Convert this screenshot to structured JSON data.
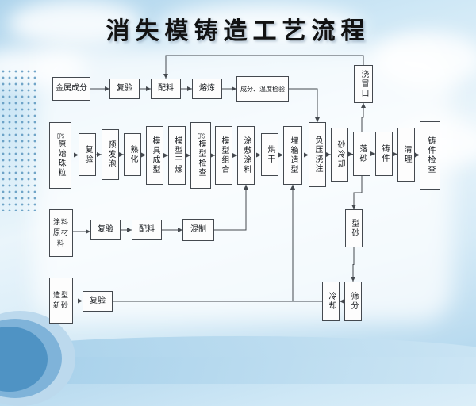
{
  "title": "消失模铸造工艺流程",
  "colors": {
    "title": "#121212",
    "line": "#44494f",
    "box_border": "#44494f",
    "box_fill": "#fdfdfd",
    "sky_top": "#aed4ec",
    "sky_light": "#eaf5fb",
    "corner_blue": "#4f93c4",
    "dot_blue": "#5a96be"
  },
  "flowchart": {
    "nodes": [
      {
        "id": "metal-composition",
        "label": "金属成分"
      },
      {
        "id": "recheck-metal",
        "label": "复验"
      },
      {
        "id": "batching-metal",
        "label": "配料"
      },
      {
        "id": "melting",
        "label": "熔炼"
      },
      {
        "id": "temp-check",
        "label": "成分、温度检验"
      },
      {
        "id": "riser",
        "label": "浇冒口"
      },
      {
        "id": "eps-beads",
        "label": "EPS原始珠粒"
      },
      {
        "id": "recheck-eps",
        "label": "复验"
      },
      {
        "id": "pre-foaming",
        "label": "预发泡"
      },
      {
        "id": "curing",
        "label": "熟化"
      },
      {
        "id": "mold-forming",
        "label": "模具成型"
      },
      {
        "id": "model-drying",
        "label": "模型干燥"
      },
      {
        "id": "eps-model-check",
        "label": "EPS模型检查"
      },
      {
        "id": "model-assembly",
        "label": "模型组合"
      },
      {
        "id": "coating-apply",
        "label": "涂敷涂料"
      },
      {
        "id": "drying",
        "label": "烘干"
      },
      {
        "id": "box-molding",
        "label": "埋箱造型"
      },
      {
        "id": "vacuum-pouring",
        "label": "负压浇注"
      },
      {
        "id": "sand-cooling",
        "label": "砂冷却"
      },
      {
        "id": "shakeout",
        "label": "落砂"
      },
      {
        "id": "casting",
        "label": "铸件"
      },
      {
        "id": "cleaning",
        "label": "清理"
      },
      {
        "id": "casting-inspection",
        "label": "铸件检查"
      },
      {
        "id": "coating-raw",
        "label": "涂料原材料"
      },
      {
        "id": "recheck-coating",
        "label": "复验"
      },
      {
        "id": "batching-coating",
        "label": "配料"
      },
      {
        "id": "mixing",
        "label": "混制"
      },
      {
        "id": "molding-sand",
        "label": "型砂"
      },
      {
        "id": "new-sand",
        "label": "造型新砂"
      },
      {
        "id": "recheck-sand",
        "label": "复验"
      },
      {
        "id": "cooling",
        "label": "冷却"
      },
      {
        "id": "screening",
        "label": "筛分"
      }
    ],
    "edges": [
      {
        "from": "metal-composition",
        "to": "recheck-metal"
      },
      {
        "from": "recheck-metal",
        "to": "batching-metal"
      },
      {
        "from": "batching-metal",
        "to": "melting"
      },
      {
        "from": "melting",
        "to": "temp-check"
      },
      {
        "from": "temp-check",
        "to": "vacuum-pouring"
      },
      {
        "from": "shakeout",
        "to": "riser"
      },
      {
        "from": "riser",
        "to": "batching-metal"
      },
      {
        "from": "eps-beads",
        "to": "recheck-eps"
      },
      {
        "from": "recheck-eps",
        "to": "pre-foaming"
      },
      {
        "from": "pre-foaming",
        "to": "curing"
      },
      {
        "from": "curing",
        "to": "mold-forming"
      },
      {
        "from": "mold-forming",
        "to": "model-drying"
      },
      {
        "from": "model-drying",
        "to": "eps-model-check"
      },
      {
        "from": "eps-model-check",
        "to": "model-assembly"
      },
      {
        "from": "model-assembly",
        "to": "coating-apply"
      },
      {
        "from": "coating-apply",
        "to": "drying"
      },
      {
        "from": "drying",
        "to": "box-molding"
      },
      {
        "from": "box-molding",
        "to": "vacuum-pouring"
      },
      {
        "from": "vacuum-pouring",
        "to": "sand-cooling"
      },
      {
        "from": "sand-cooling",
        "to": "shakeout"
      },
      {
        "from": "shakeout",
        "to": "casting"
      },
      {
        "from": "casting",
        "to": "cleaning"
      },
      {
        "from": "cleaning",
        "to": "casting-inspection"
      },
      {
        "from": "coating-raw",
        "to": "recheck-coating"
      },
      {
        "from": "recheck-coating",
        "to": "batching-coating"
      },
      {
        "from": "batching-coating",
        "to": "mixing"
      },
      {
        "from": "mixing",
        "to": "coating-apply"
      },
      {
        "from": "new-sand",
        "to": "recheck-sand"
      },
      {
        "from": "recheck-sand",
        "to": "box-molding"
      },
      {
        "from": "shakeout",
        "to": "molding-sand"
      },
      {
        "from": "molding-sand",
        "to": "screening"
      },
      {
        "from": "screening",
        "to": "cooling"
      },
      {
        "from": "cooling",
        "to": "box-molding"
      }
    ]
  }
}
